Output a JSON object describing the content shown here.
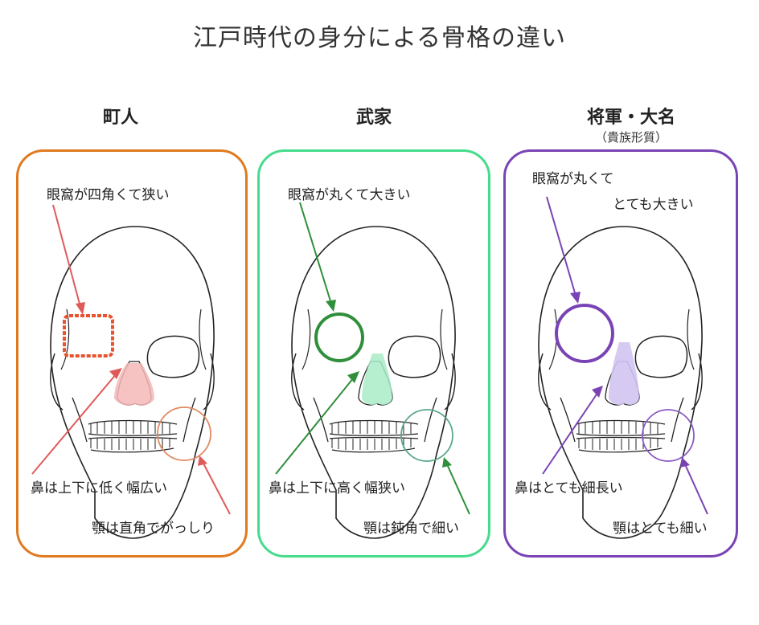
{
  "title": "江戸時代の身分による骨格の違い",
  "colors": {
    "townsman": "#e07a1f",
    "samurai": "#45dc8c",
    "shogun": "#7a43b5",
    "townsman_marker": "#e8522d",
    "samurai_marker": "#2f8f3a",
    "shogun_marker": "#7a43b5",
    "townsman_nose": "#f5b7b7",
    "samurai_nose": "#a8ecc8",
    "shogun_nose": "#d2c4f2"
  },
  "panels": [
    {
      "heading": "町人",
      "subheading": "",
      "eye_label": "眼窩が四角くて狭い",
      "nose_label": "鼻は上下に低く幅広い",
      "jaw_label": "顎は直角でがっしり"
    },
    {
      "heading": "武家",
      "subheading": "",
      "eye_label": "眼窩が丸くて大きい",
      "nose_label": "鼻は上下に高く幅狭い",
      "jaw_label": "顎は鈍角で細い"
    },
    {
      "heading": "将軍・大名",
      "subheading": "（貴族形質）",
      "eye_label_1": "眼窩が丸くて",
      "eye_label_2": "とても大きい",
      "nose_label": "鼻はとても細長い",
      "jaw_label": "顎はとても細い"
    }
  ]
}
